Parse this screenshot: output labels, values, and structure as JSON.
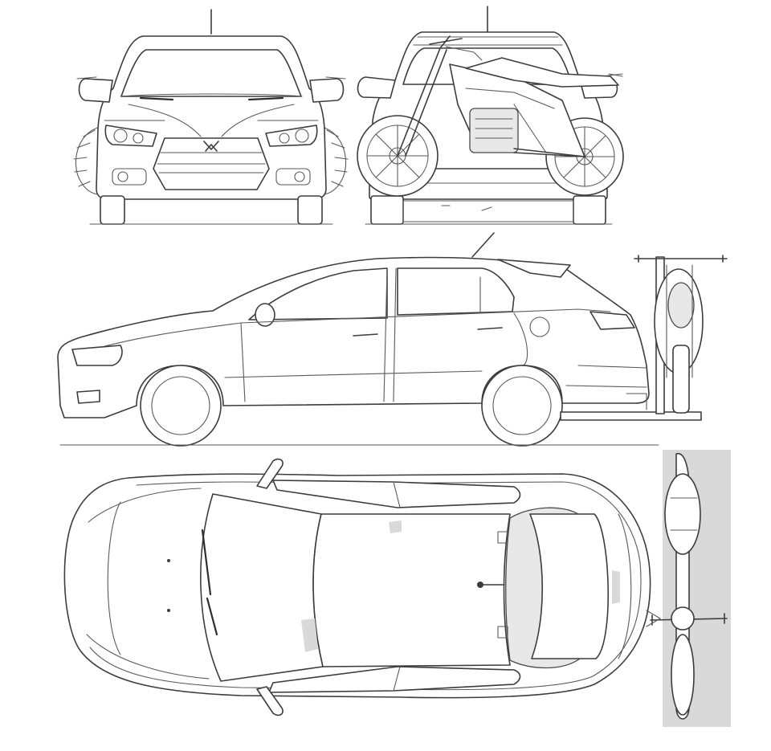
{
  "drawing": {
    "views": [
      "front-view",
      "rear-view",
      "side-view",
      "top-view"
    ],
    "colors": {
      "line": "#3c3c3c",
      "background": "#ffffff",
      "shade": "#d9d9d9"
    }
  }
}
